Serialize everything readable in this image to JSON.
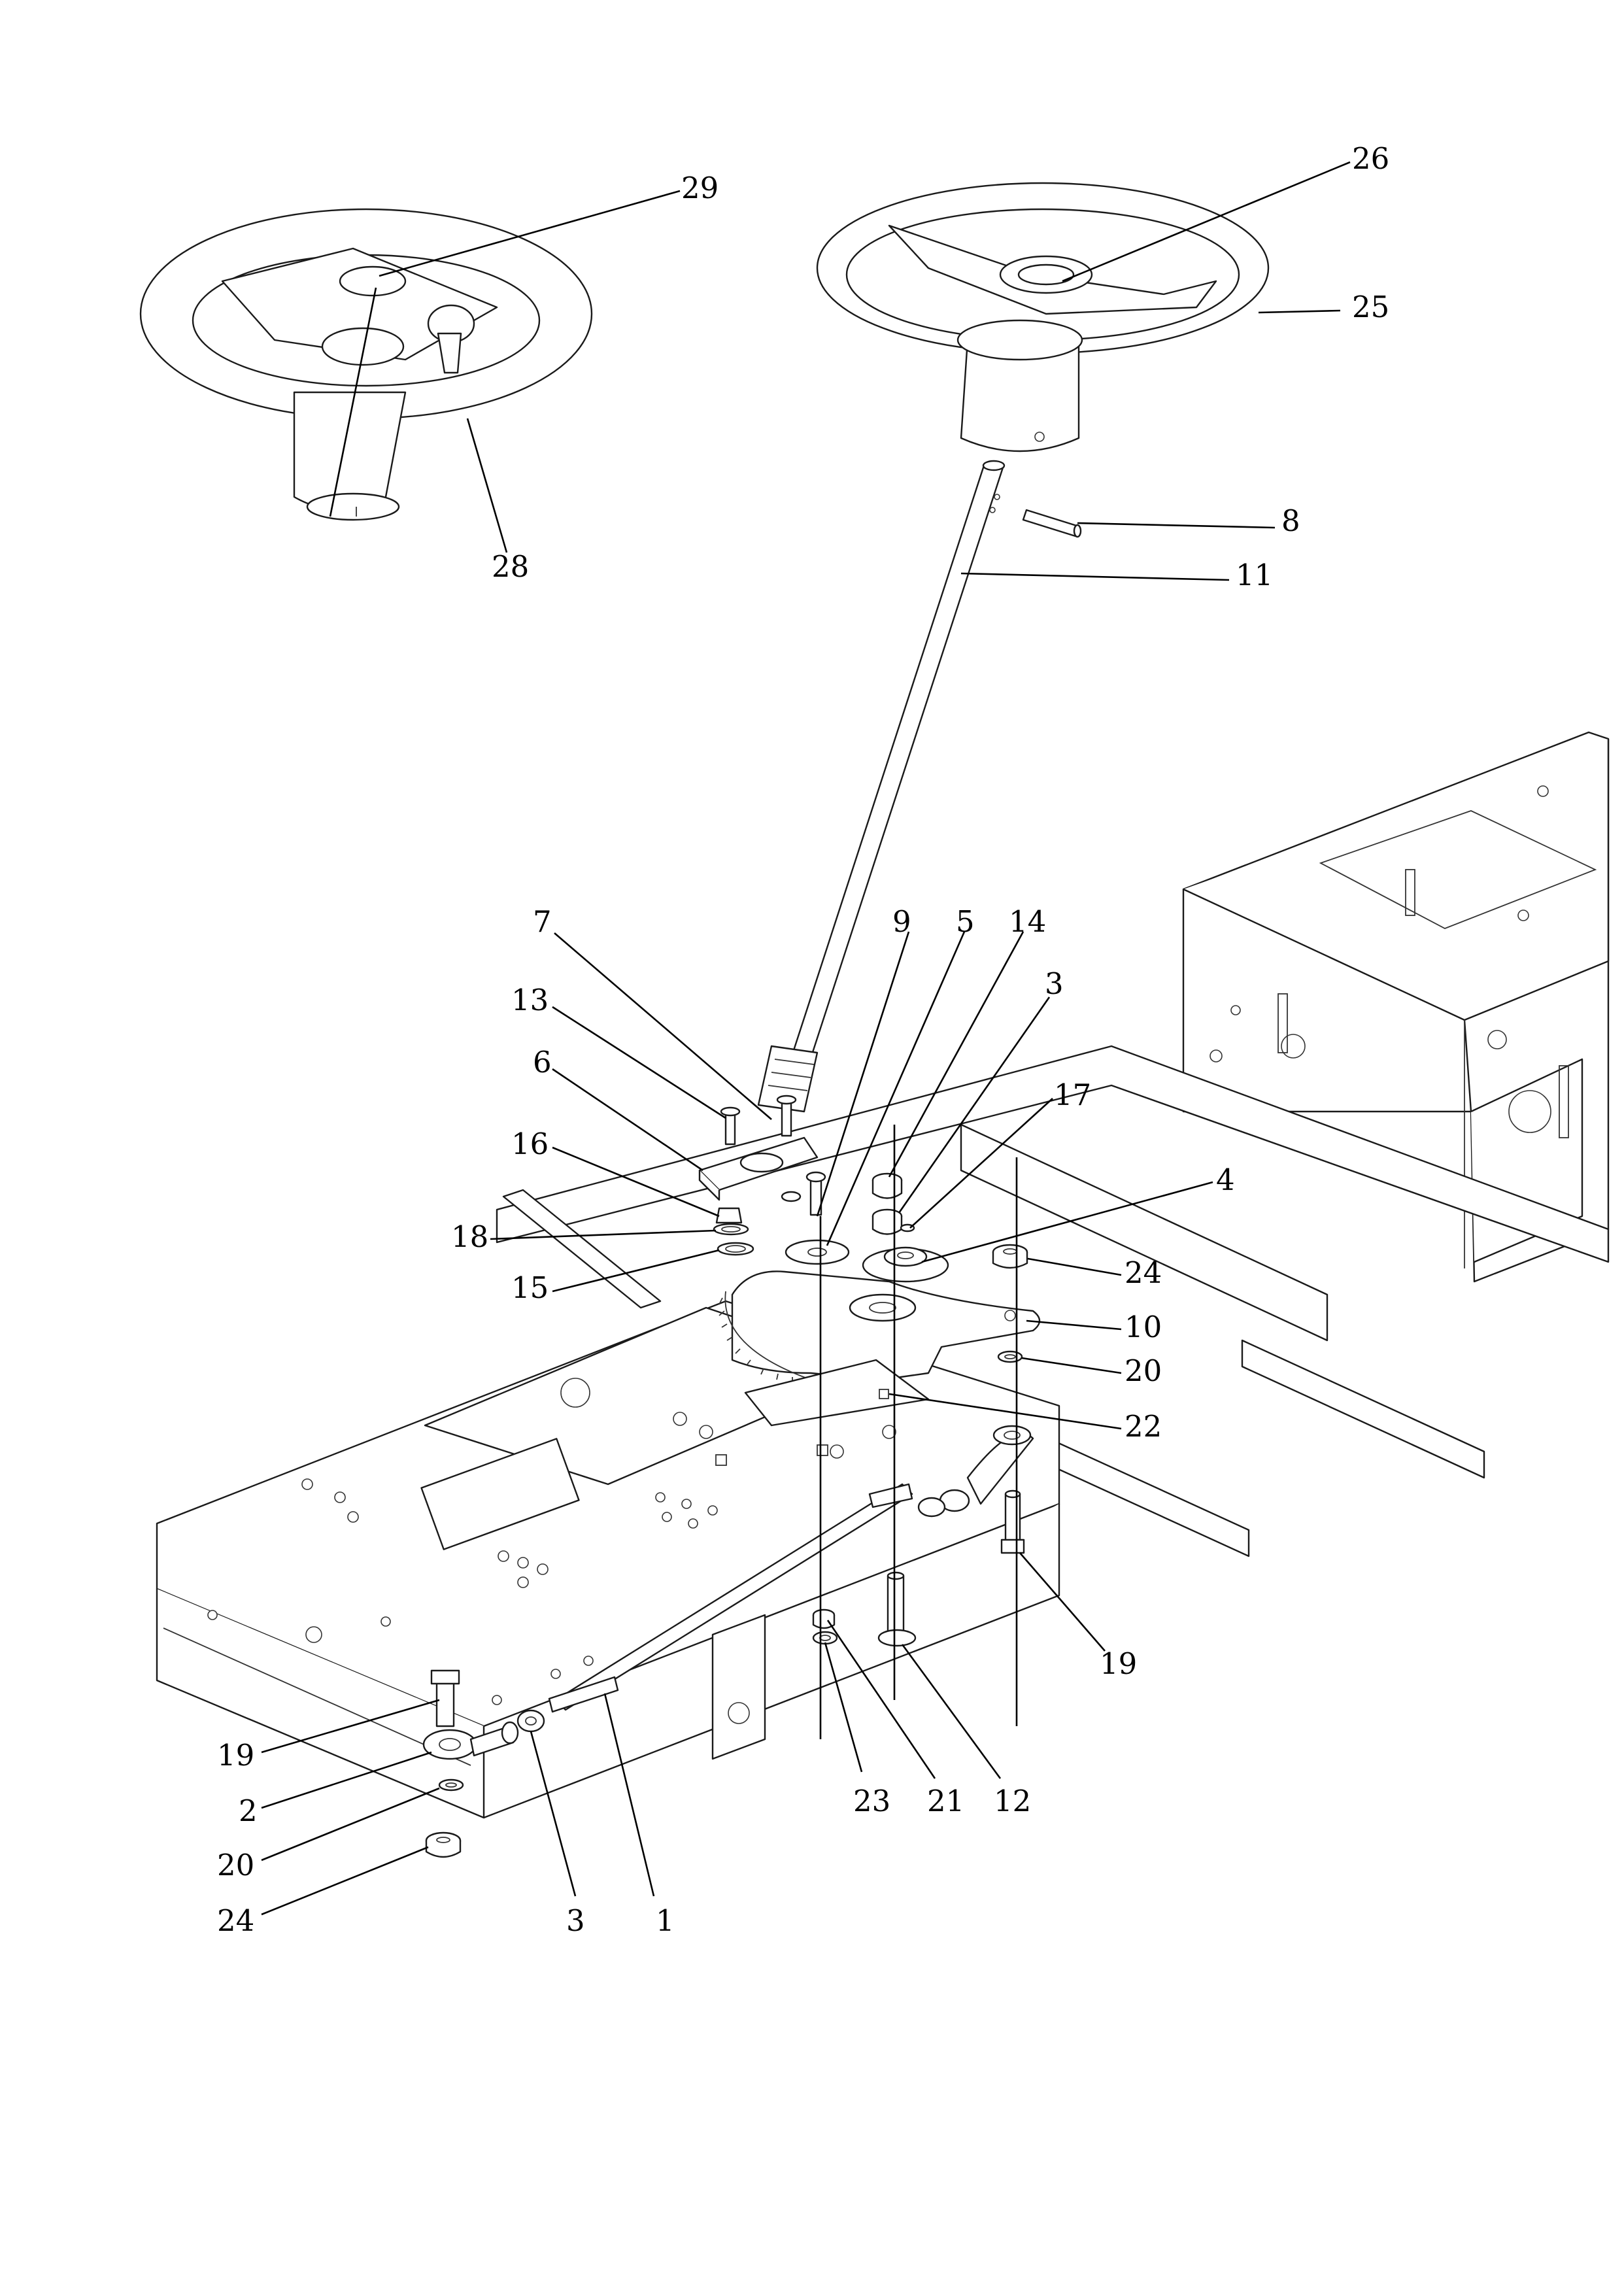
{
  "callouts": [
    {
      "id": "c29",
      "text": "29"
    },
    {
      "id": "c26",
      "text": "26"
    },
    {
      "id": "c25",
      "text": "25"
    },
    {
      "id": "c28",
      "text": "28"
    },
    {
      "id": "c8",
      "text": "8"
    },
    {
      "id": "c11",
      "text": "11"
    },
    {
      "id": "c7",
      "text": "7"
    },
    {
      "id": "c9",
      "text": "9"
    },
    {
      "id": "c5",
      "text": "5"
    },
    {
      "id": "c14",
      "text": "14"
    },
    {
      "id": "c3a",
      "text": "3"
    },
    {
      "id": "c13",
      "text": "13"
    },
    {
      "id": "c6",
      "text": "6"
    },
    {
      "id": "c17",
      "text": "17"
    },
    {
      "id": "c16",
      "text": "16"
    },
    {
      "id": "c4",
      "text": "4"
    },
    {
      "id": "c18",
      "text": "18"
    },
    {
      "id": "c24a",
      "text": "24"
    },
    {
      "id": "c15",
      "text": "15"
    },
    {
      "id": "c10",
      "text": "10"
    },
    {
      "id": "c20a",
      "text": "20"
    },
    {
      "id": "c22",
      "text": "22"
    },
    {
      "id": "c19a",
      "text": "19"
    },
    {
      "id": "c19b",
      "text": "19"
    },
    {
      "id": "c23",
      "text": "23"
    },
    {
      "id": "c21",
      "text": "21"
    },
    {
      "id": "c12",
      "text": "12"
    },
    {
      "id": "c2",
      "text": "2"
    },
    {
      "id": "c20b",
      "text": "20"
    },
    {
      "id": "c24b",
      "text": "24"
    },
    {
      "id": "c3b",
      "text": "3"
    },
    {
      "id": "c1",
      "text": "1"
    }
  ]
}
